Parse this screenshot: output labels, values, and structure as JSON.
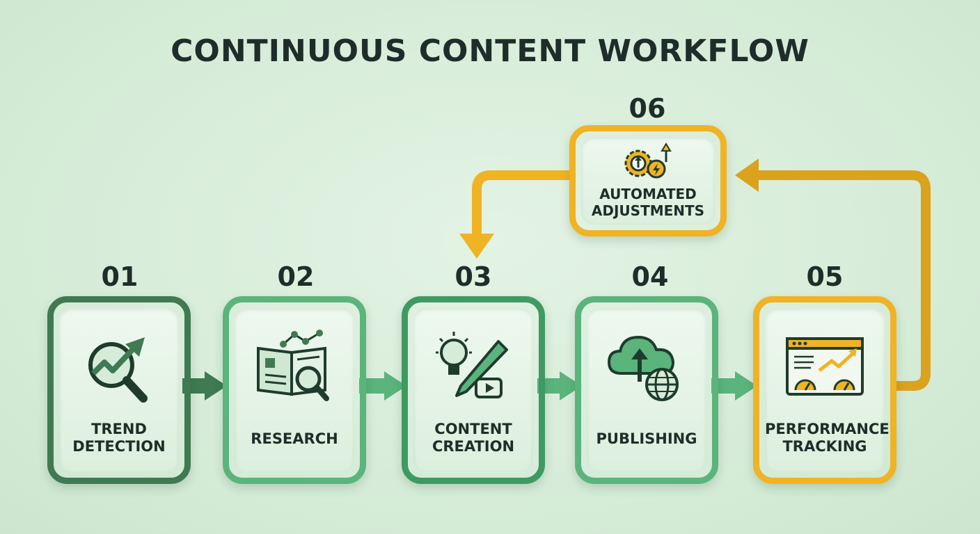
{
  "title": "CONTINUOUS CONTENT WORKFLOW",
  "steps": [
    {
      "number": "01",
      "line1": "TREND",
      "line2": "DETECTION",
      "icon": "trend-magnifier-icon"
    },
    {
      "number": "02",
      "line1": "RESEARCH",
      "line2": "",
      "icon": "book-research-icon"
    },
    {
      "number": "03",
      "line1": "CONTENT",
      "line2": "CREATION",
      "icon": "lightbulb-pencil-icon"
    },
    {
      "number": "04",
      "line1": "PUBLISHING",
      "line2": "",
      "icon": "cloud-globe-icon"
    },
    {
      "number": "05",
      "line1": "PERFORMANCE",
      "line2": "TRACKING",
      "icon": "dashboard-chart-icon"
    },
    {
      "number": "06",
      "line1": "AUTOMATED",
      "line2": "ADJUSTMENTS",
      "icon": "gear-arrows-icon"
    }
  ],
  "colors": {
    "dark_green": "#3f7a52",
    "mid_green": "#5ab47c",
    "gold": "#f0b324",
    "text": "#1f2d2a"
  }
}
